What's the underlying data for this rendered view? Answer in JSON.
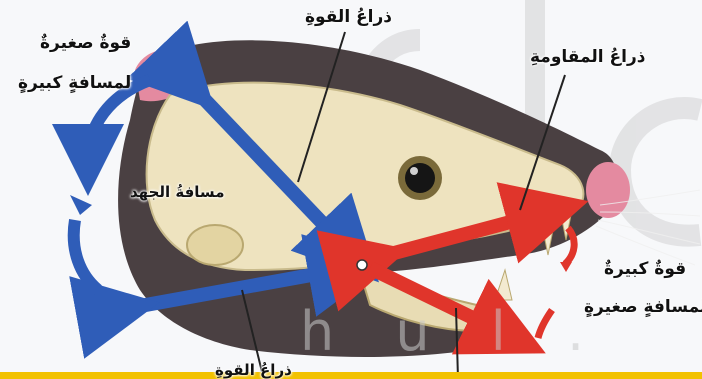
{
  "labels": {
    "power_arm": "ذراعُ القوةِ",
    "resistance_arm": "ذراعُ المقاومةِ",
    "small_force": "قوةٌ صغيرةٌ",
    "long_distance": "لمسافةٍ كبيرةٍ",
    "effort_distance": "مسافةُ الجهد",
    "large_force": "قوةٌ كبيرةٌ",
    "short_distance": "لمسافةٍ صغيرةٍ",
    "bottom_label": "ذراعُ القوةِ"
  },
  "watermark": "h u l .",
  "colors": {
    "blue_arrow": "#2f5db8",
    "red_arrow": "#e0352b",
    "bone": "#eee3bf",
    "fur": "#4a4042",
    "nose": "#e48aa0",
    "yellow_bar": "#f2c200"
  }
}
